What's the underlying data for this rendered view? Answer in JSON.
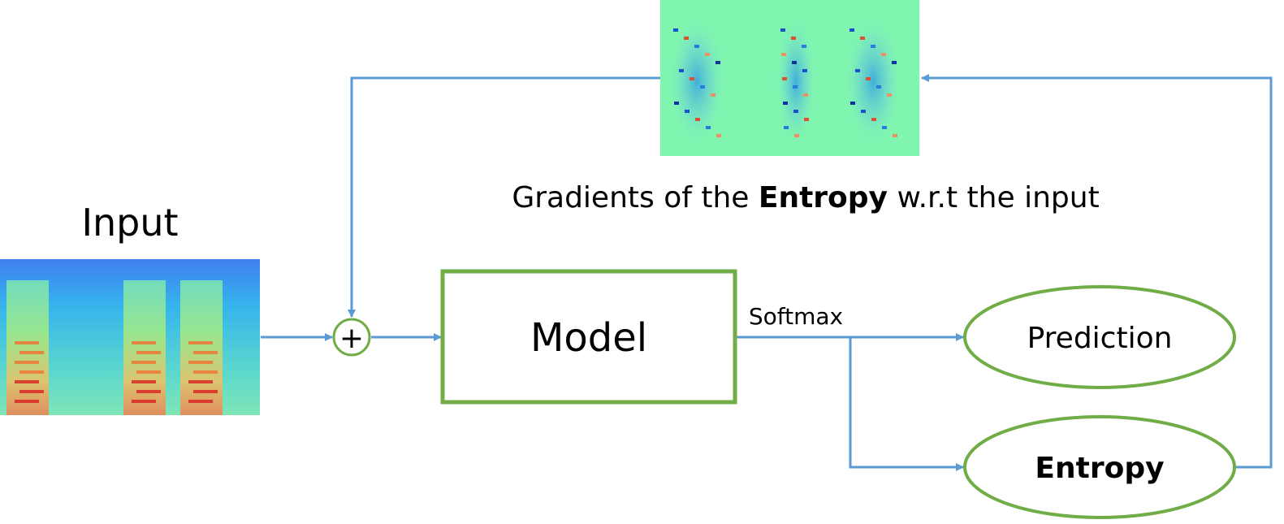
{
  "input": {
    "title": "Input"
  },
  "sum_node": {
    "symbol": "+"
  },
  "model": {
    "label": "Model"
  },
  "softmax": {
    "label": "Softmax"
  },
  "prediction": {
    "label": "Prediction"
  },
  "entropy": {
    "label": "Entropy"
  },
  "gradients_caption": {
    "prefix": "Gradients of the ",
    "emphasis": "Entropy",
    "suffix": " w.r.t the input"
  },
  "colors": {
    "arrow": "#5b9bd5",
    "outline": "#70ad47",
    "gradient_bg": "#80f5b0",
    "spectrogram_bg": "#40b8e8"
  }
}
